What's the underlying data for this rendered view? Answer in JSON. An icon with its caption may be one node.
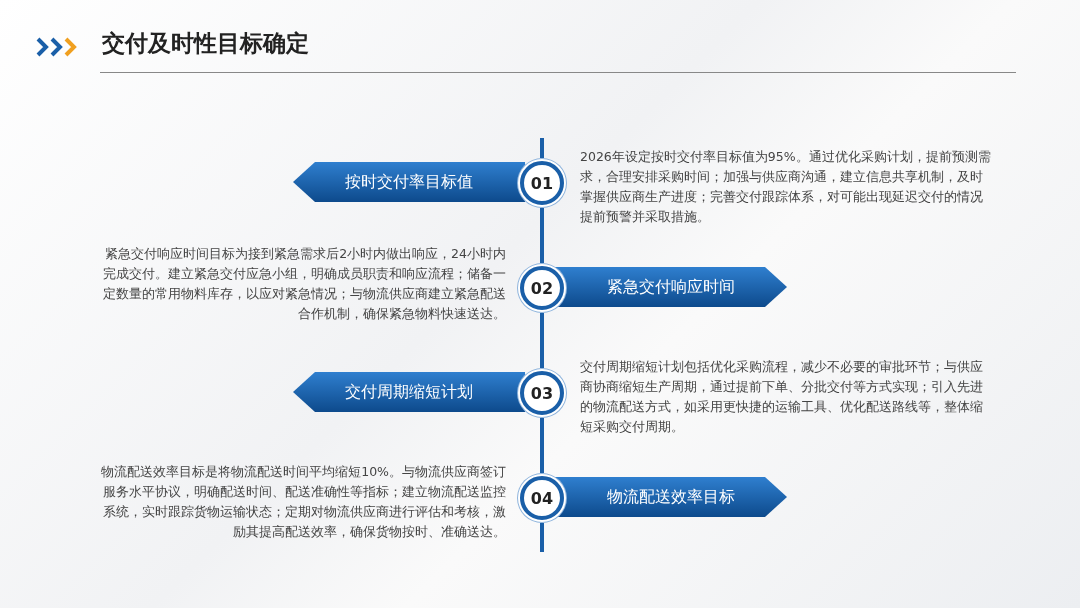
{
  "diagram": {
    "title": "交付及时性目标确定",
    "nodes": [
      {
        "text": [
          "按时交付率目标值"
        ]
      },
      {
        "text": [
          "01"
        ],
        "beside": [
          "2026年设定按时交付率目标值为95%。通过优化采购计划，提前预测需求，合理安排采购时间；加强与供应商沟通，建立信息共享机制，及时掌握供应商生产进度；完善交付跟踪体系，对可能出现延迟交付的情况提前预警并采取措施。"
        ]
      },
      {
        "text": [
          "02"
        ],
        "beside": [
          "紧急交付响应时间目标为接到紧急需求后2小时内做出响应，24小时内完成交付。建立紧急交付应急小组，明确成员职责和响应流程；储备一定数量的常用物料库存，以应对紧急情况；与物流供应商建立紧急配送合作机制，确保紧急物料快速送达。"
        ]
      },
      {
        "text": [
          "紧急交付响应时间"
        ]
      },
      {
        "text": [
          "交付周期缩短计划"
        ]
      },
      {
        "text": [
          "03"
        ],
        "beside": [
          "交付周期缩短计划包括优化采购流程，减少不必要的审批环节；与供应商协商缩短生产周期，通过提前下单、分批交付等方式实现；引入先进的物流配送方式，如采用更快捷的运输工具、优化配送路线等，整体缩短采购交付周期。"
        ]
      },
      {
        "text": [
          "04"
        ],
        "beside": [
          "物流配送效率目标是将物流配送时间平均缩短10%。与物流供应商签订服务水平协议，明确配送时间、配送准确性等指标；建立物流配送监控系统，实时跟踪货物运输状态；定期对物流供应商进行评估和考核，激励其提高配送效率，确保货物按时、准确送达。"
        ]
      },
      {
        "text": [
          "物流配送效率目标"
        ]
      }
    ],
    "edges": [
      {
        "from": null,
        "to": 1,
        "arrow": "none"
      },
      {
        "from": 1,
        "to": 2,
        "arrow": "none"
      },
      {
        "from": 2,
        "to": 5,
        "arrow": "none"
      },
      {
        "from": 5,
        "to": 6,
        "arrow": "none"
      },
      {
        "from": 6,
        "to": null,
        "arrow": "none"
      }
    ]
  }
}
